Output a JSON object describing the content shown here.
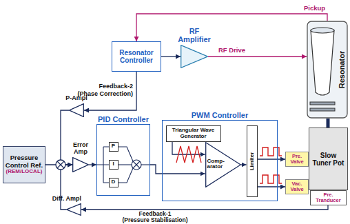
{
  "diagram": {
    "nodes": [
      {
        "text": [
          "Resonator Controller"
        ]
      },
      {
        "text": [
          "RF Amplifier"
        ]
      },
      {
        "text": [
          "Resonator"
        ]
      },
      {
        "text": [
          "P-Ampl"
        ]
      },
      {
        "text": [
          "Pressure Control Ref.",
          "(REM/LOCAL)"
        ]
      },
      {
        "text": [
          "Error Amp"
        ]
      },
      {
        "text": [
          "PID Controller"
        ]
      },
      {
        "text": [
          "P"
        ],
        "in": 6
      },
      {
        "text": [
          "I"
        ],
        "in": 6
      },
      {
        "text": [
          "D"
        ],
        "in": 6
      },
      {
        "text": [
          "PWM Controller"
        ]
      },
      {
        "text": [
          "Triangular Wave Generator"
        ],
        "in": 10
      },
      {
        "text": [
          "Comp- arator"
        ],
        "in": 10
      },
      {
        "text": [
          "Limiter"
        ],
        "in": 10
      },
      {
        "text": [
          "Pre. Valve"
        ]
      },
      {
        "text": [
          "Vac. Valve"
        ]
      },
      {
        "text": [
          "Slow Tuner Pot"
        ]
      },
      {
        "text": [
          "Pre. Tranducer"
        ]
      },
      {
        "text": [
          "Diff. Ampl"
        ]
      }
    ],
    "edges": [
      {
        "from": 0,
        "to": 1,
        "arrow": "to"
      },
      {
        "from": 1,
        "to": 2,
        "label": "RF Drive",
        "arrow": "to"
      },
      {
        "from": 2,
        "to": 0,
        "label": "Pickup",
        "arrow": "to"
      },
      {
        "from": 0,
        "to": 3,
        "arrow": "to"
      },
      {
        "from": 4,
        "to": 5,
        "arrow": "to"
      },
      {
        "from": 3,
        "to": 5,
        "arrow": "to"
      },
      {
        "from": 18,
        "to": 5,
        "arrow": "to"
      },
      {
        "from": 5,
        "to": 6,
        "arrow": "to"
      },
      {
        "from": 6,
        "to": 12,
        "arrow": "to"
      },
      {
        "from": 11,
        "to": 12,
        "arrow": "to"
      },
      {
        "from": 12,
        "to": 13,
        "arrow": "to"
      },
      {
        "from": 13,
        "to": 14,
        "arrow": "to"
      },
      {
        "from": 13,
        "to": 15,
        "arrow": "to"
      },
      {
        "from": 16,
        "to": 2,
        "arrow": "none"
      },
      {
        "from": 17,
        "to": 18,
        "arrow": "to"
      }
    ],
    "labels": [
      "Feedback-2",
      "(Phase Correction)",
      "Feedback-1",
      "(Pressure Stabilisation)"
    ]
  }
}
